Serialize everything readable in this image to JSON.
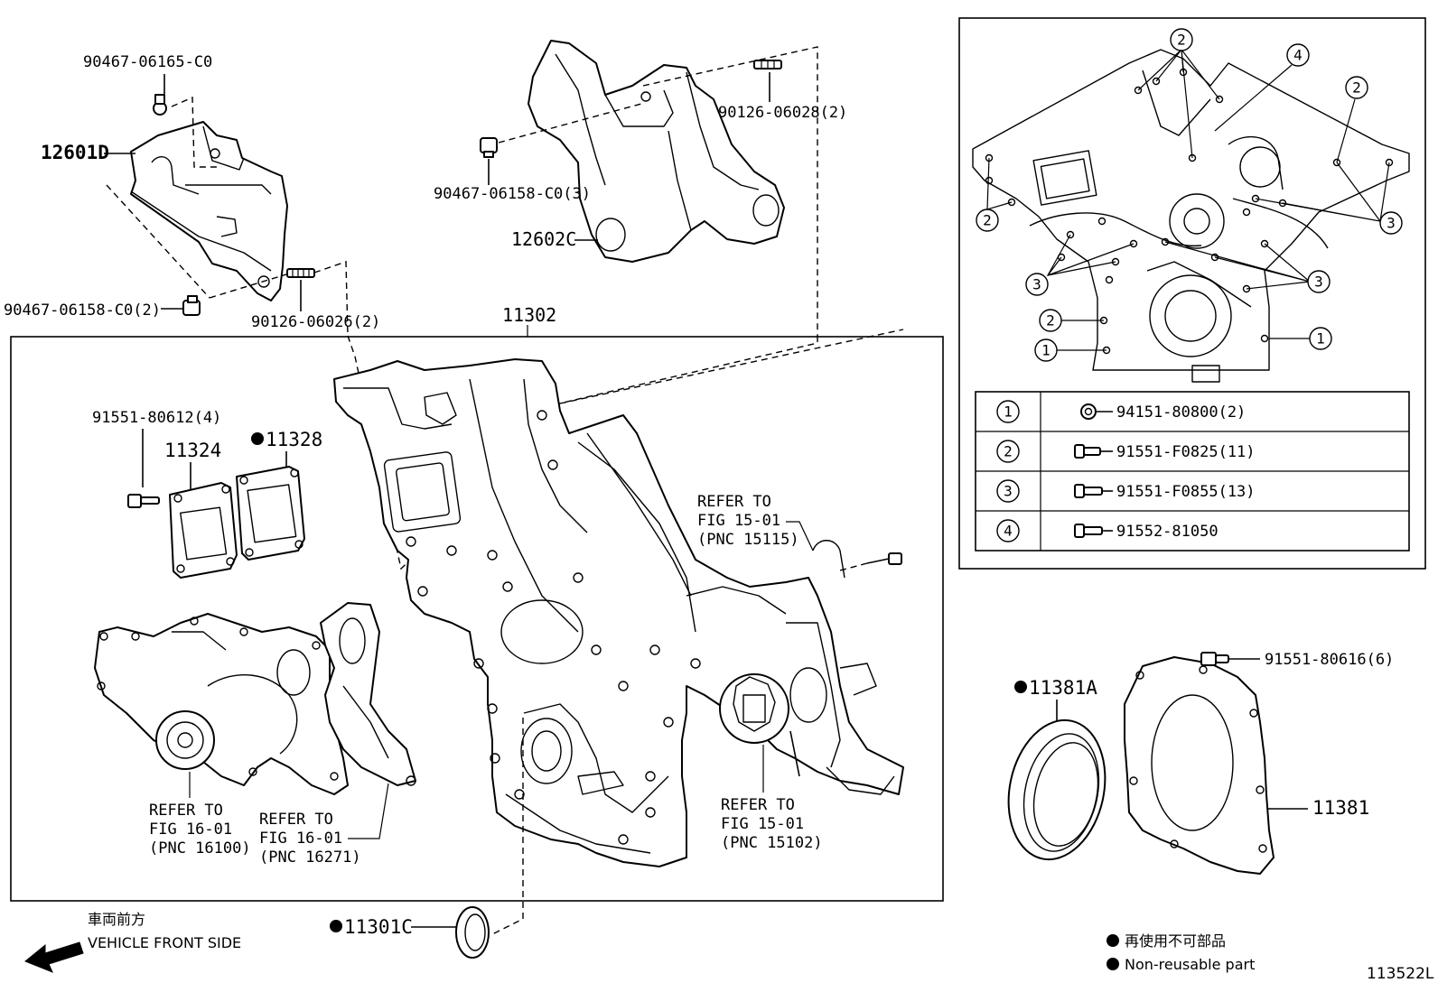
{
  "labels": {
    "p90467_06165": "90467-06165-C0",
    "p12601D": "12601D",
    "p90467_06158_2": "90467-06158-C0(2)",
    "p90126_06026": "90126-06026(2)",
    "p90126_06028": "90126-06028(2)",
    "p90467_06158_3": "90467-06158-C0(3)",
    "p12602C": "12602C",
    "p11302": "11302",
    "p91551_80612": "91551-80612(4)",
    "p11324": "11324",
    "p11328": "11328",
    "p11381A": "11381A",
    "p11381": "11381",
    "p91551_80616": "91551-80616(6)",
    "p11301C": "11301C",
    "fig_code": "113522L"
  },
  "refs": {
    "ref_15115": [
      "REFER TO",
      "FIG 15-01",
      "(PNC 15115)"
    ],
    "ref_15102": [
      "REFER TO",
      "FIG 15-01",
      "(PNC 15102)"
    ],
    "ref_16100": [
      "REFER TO",
      "FIG 16-01",
      "(PNC 16100)"
    ],
    "ref_16271": [
      "REFER TO",
      "FIG 16-01",
      "(PNC 16271)"
    ]
  },
  "front": {
    "jp": "車両前方",
    "en": "VEHICLE FRONT SIDE"
  },
  "legend": {
    "jp": "再使用不可部品",
    "en": "Non-reusable part"
  },
  "bolt_table": [
    {
      "num": "1",
      "part": "94151-80800(2)"
    },
    {
      "num": "2",
      "part": "91551-F0825(11)"
    },
    {
      "num": "3",
      "part": "91551-F0855(13)"
    },
    {
      "num": "4",
      "part": "91552-81050"
    }
  ],
  "inset_marks": [
    "1",
    "2",
    "3",
    "4"
  ]
}
